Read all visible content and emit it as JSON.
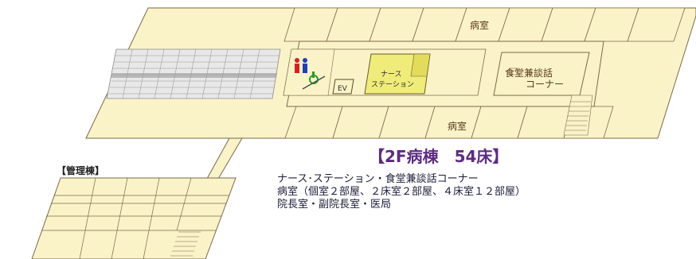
{
  "map": {
    "ward_room_label_top": "病室",
    "ward_room_label_bottom": "病室",
    "nurse_station_label": "ナース\nステーション",
    "dining_label": "食堂兼談話\nコーナー",
    "elevator_label": "EV",
    "annex_label": "【管理棟】"
  },
  "title": "【2F病棟　54床】",
  "description": [
    "ナース･ステーション・食堂兼談話コーナー",
    "病室（個室２部屋、２床室２部屋、４床室１２部屋）",
    "院長室・副院長室・医局"
  ],
  "colors": {
    "floor_fill": "#fbf3c8",
    "floor_stroke": "#7a6a4a",
    "nurse_station_fill": "#f0ec7a",
    "title_color": "#5c2b83"
  }
}
